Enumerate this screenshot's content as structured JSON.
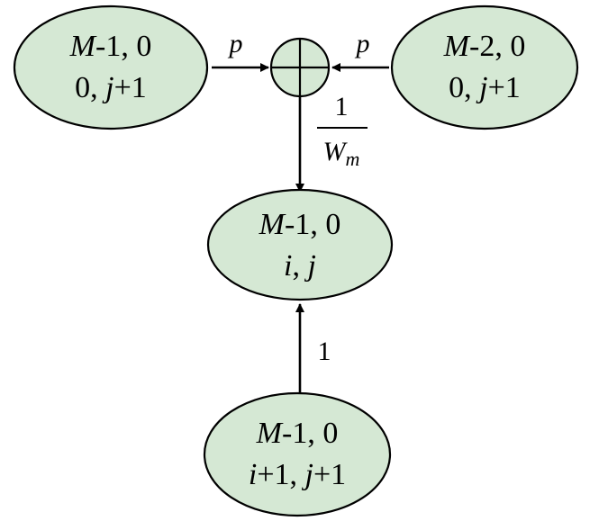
{
  "colors": {
    "node_fill": "#d5e8d4",
    "stroke": "#000000",
    "background": "#ffffff"
  },
  "nodes": {
    "top_left": {
      "line1_var": "M",
      "line1_rest": "-1, 0",
      "line2_pre": "0, ",
      "line2_var": "j",
      "line2_post": "+1"
    },
    "top_right": {
      "line1_var": "M",
      "line1_rest": "-2, 0",
      "line2_pre": "0, ",
      "line2_var": "j",
      "line2_post": "+1"
    },
    "middle": {
      "line1_var": "M",
      "line1_rest": "-1, 0",
      "line2_var_a": "i",
      "line2_sep": ", ",
      "line2_var_b": "j"
    },
    "bottom": {
      "line1_var": "M",
      "line1_rest": "-1, 0",
      "line2_var_a": "i",
      "line2_mid": "+1, ",
      "line2_var_b": "j",
      "line2_post": "+1"
    }
  },
  "summation": {
    "icon": "plus-circle-icon"
  },
  "edge_labels": {
    "left_to_sum": "p",
    "right_to_sum": "p",
    "sum_to_middle_numerator": "1",
    "sum_to_middle_denominator_var": "W",
    "sum_to_middle_denominator_sub": "m",
    "bottom_to_middle": "1"
  }
}
